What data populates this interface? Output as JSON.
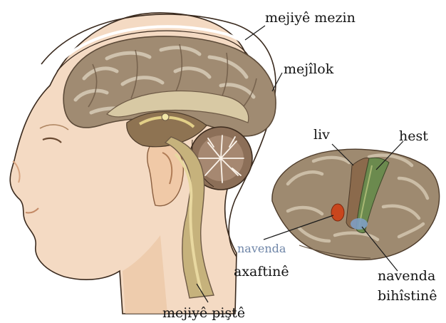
{
  "labels": {
    "cerebrum": "mejiyê mezin",
    "cerebellum": "mejîlok",
    "liv": "liv",
    "hest": "hest",
    "navenda_axaftine_1": "navenda",
    "navenda_axaftine_2": "axaftinê",
    "navenda_bihistine_1": "navenda",
    "navenda_bihistine_2": "bihîstinê",
    "spinal": "mejiyê piştê"
  },
  "colors": {
    "brain": "#a08b72",
    "brain_dark": "#6e5a46",
    "skin": "#f3d7bf",
    "skin_shadow": "#e3b894",
    "cord": "#c6b27c",
    "motor_strip": "#6b8a4e",
    "speech_area": "#c9461d",
    "hearing_area": "#7f9fc4"
  }
}
